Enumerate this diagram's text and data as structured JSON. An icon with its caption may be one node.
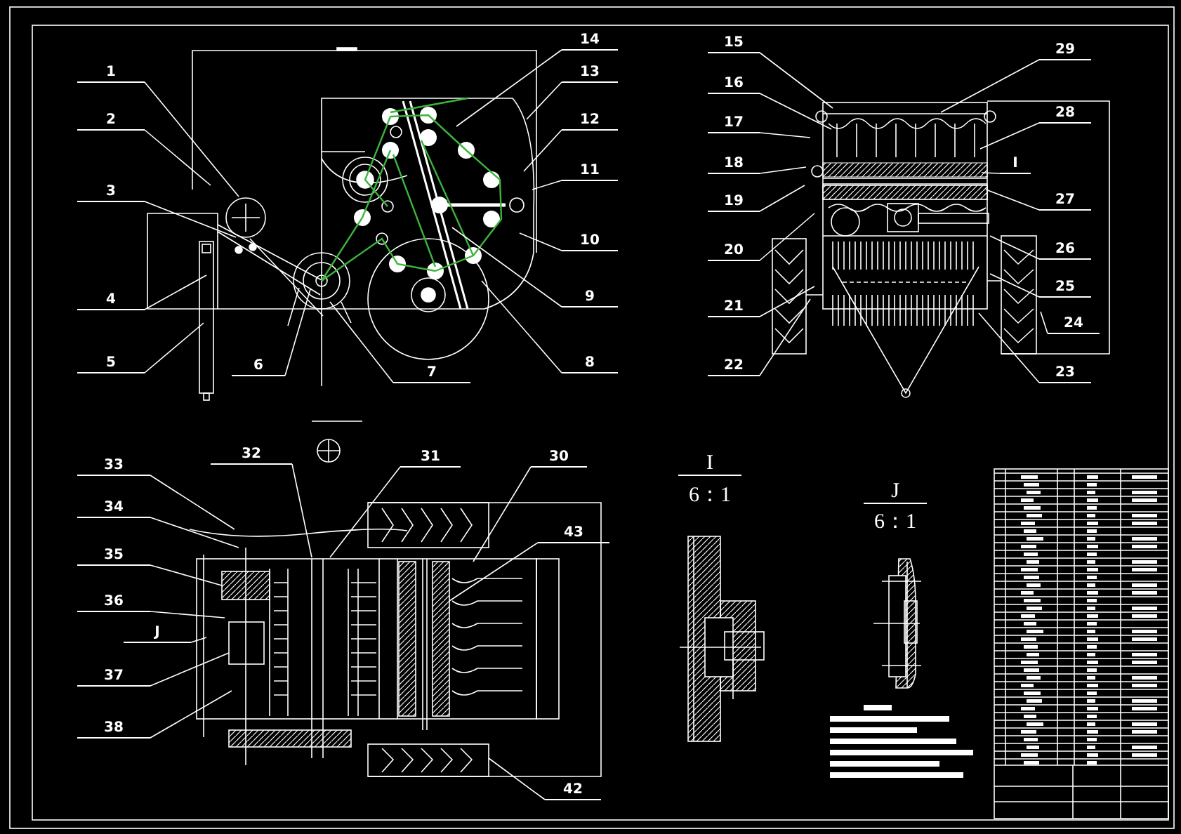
{
  "diagram": {
    "nodes": [
      {
        "text": [
          "1"
        ]
      },
      {
        "text": [
          "2"
        ]
      },
      {
        "text": [
          "3"
        ]
      },
      {
        "text": [
          "4"
        ]
      },
      {
        "text": [
          "5"
        ]
      },
      {
        "text": [
          "6"
        ]
      },
      {
        "text": [
          "7"
        ]
      },
      {
        "text": [
          "8"
        ]
      },
      {
        "text": [
          "9"
        ]
      },
      {
        "text": [
          "10"
        ]
      },
      {
        "text": [
          "11"
        ]
      },
      {
        "text": [
          "12"
        ]
      },
      {
        "text": [
          "13"
        ]
      },
      {
        "text": [
          "14"
        ]
      },
      {
        "text": [
          "15"
        ]
      },
      {
        "text": [
          "16"
        ]
      },
      {
        "text": [
          "17"
        ]
      },
      {
        "text": [
          "18"
        ]
      },
      {
        "text": [
          "19"
        ]
      },
      {
        "text": [
          "20"
        ]
      },
      {
        "text": [
          "21"
        ]
      },
      {
        "text": [
          "22"
        ]
      },
      {
        "text": [
          "23"
        ]
      },
      {
        "text": [
          "24"
        ]
      },
      {
        "text": [
          "25"
        ]
      },
      {
        "text": [
          "26"
        ]
      },
      {
        "text": [
          "27"
        ]
      },
      {
        "text": [
          "28"
        ]
      },
      {
        "text": [
          "29"
        ]
      },
      {
        "text": [
          "30"
        ]
      },
      {
        "text": [
          "31"
        ]
      },
      {
        "text": [
          "32"
        ]
      },
      {
        "text": [
          "33"
        ]
      },
      {
        "text": [
          "34"
        ]
      },
      {
        "text": [
          "35"
        ]
      },
      {
        "text": [
          "36"
        ]
      },
      {
        "text": [
          "37"
        ]
      },
      {
        "text": [
          "38"
        ]
      },
      {
        "text": [
          "42"
        ]
      },
      {
        "text": [
          "43"
        ]
      },
      {
        "text": [
          "I"
        ]
      },
      {
        "text": [
          "J"
        ]
      }
    ],
    "edges": [
      {
        "from": 0,
        "to": null,
        "arrow": "none"
      },
      {
        "from": 1,
        "to": null,
        "arrow": "none"
      },
      {
        "from": 2,
        "to": null,
        "arrow": "none"
      },
      {
        "from": 3,
        "to": null,
        "arrow": "none"
      },
      {
        "from": 4,
        "to": null,
        "arrow": "none"
      },
      {
        "from": 5,
        "to": null,
        "arrow": "none"
      },
      {
        "from": 6,
        "to": null,
        "arrow": "none"
      },
      {
        "from": 7,
        "to": null,
        "arrow": "none"
      },
      {
        "from": 8,
        "to": null,
        "arrow": "none"
      },
      {
        "from": 9,
        "to": null,
        "arrow": "none"
      },
      {
        "from": 10,
        "to": null,
        "arrow": "none"
      },
      {
        "from": 11,
        "to": null,
        "arrow": "none"
      },
      {
        "from": 12,
        "to": null,
        "arrow": "none"
      },
      {
        "from": 13,
        "to": null,
        "arrow": "none"
      },
      {
        "from": 14,
        "to": null,
        "arrow": "none"
      },
      {
        "from": 15,
        "to": null,
        "arrow": "none"
      },
      {
        "from": 16,
        "to": null,
        "arrow": "none"
      },
      {
        "from": 17,
        "to": null,
        "arrow": "none"
      },
      {
        "from": 18,
        "to": null,
        "arrow": "none"
      },
      {
        "from": 19,
        "to": null,
        "arrow": "none"
      },
      {
        "from": 20,
        "to": null,
        "arrow": "none"
      },
      {
        "from": 21,
        "to": null,
        "arrow": "none"
      },
      {
        "from": 22,
        "to": null,
        "arrow": "none"
      },
      {
        "from": 23,
        "to": null,
        "arrow": "none"
      },
      {
        "from": 24,
        "to": null,
        "arrow": "none"
      },
      {
        "from": 25,
        "to": null,
        "arrow": "none"
      },
      {
        "from": 26,
        "to": null,
        "arrow": "none"
      },
      {
        "from": 27,
        "to": null,
        "arrow": "none"
      },
      {
        "from": 28,
        "to": null,
        "arrow": "none"
      },
      {
        "from": 29,
        "to": null,
        "arrow": "none"
      },
      {
        "from": 30,
        "to": null,
        "arrow": "none"
      },
      {
        "from": 31,
        "to": null,
        "arrow": "none"
      },
      {
        "from": 32,
        "to": null,
        "arrow": "none"
      },
      {
        "from": 33,
        "to": null,
        "arrow": "none"
      },
      {
        "from": 34,
        "to": null,
        "arrow": "none"
      },
      {
        "from": 35,
        "to": null,
        "arrow": "none"
      },
      {
        "from": 36,
        "to": null,
        "arrow": "none"
      },
      {
        "from": 37,
        "to": null,
        "arrow": "none"
      },
      {
        "from": 38,
        "to": null,
        "arrow": "none"
      },
      {
        "from": 39,
        "to": null,
        "arrow": "none"
      },
      {
        "from": 40,
        "to": null,
        "arrow": "none"
      },
      {
        "from": 41,
        "to": null,
        "arrow": "none"
      }
    ],
    "labels": [
      "I",
      "6：1",
      "J",
      "6：1"
    ]
  }
}
